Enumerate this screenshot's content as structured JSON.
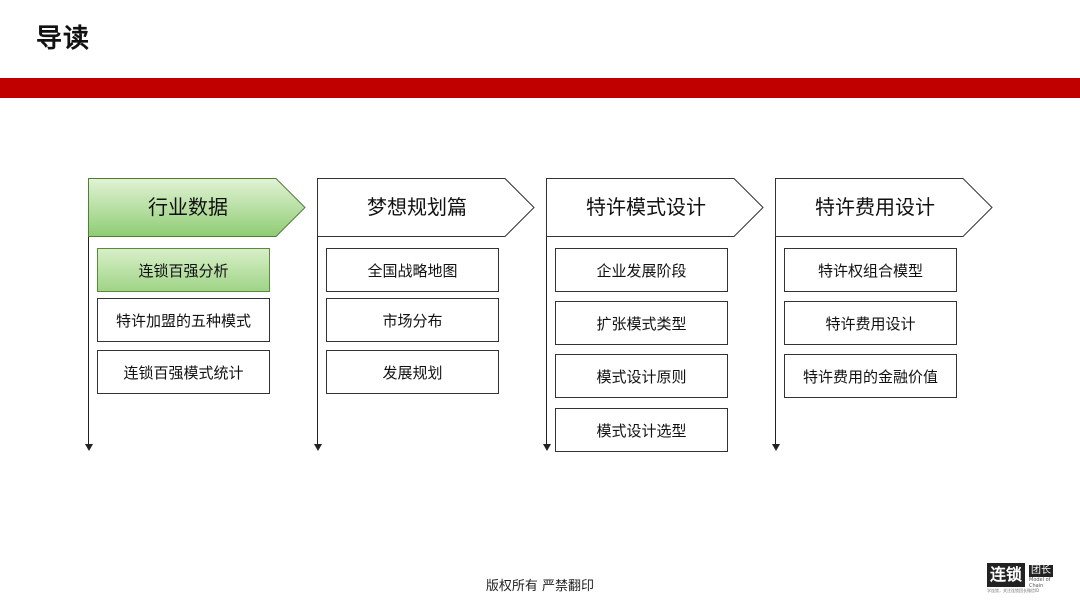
{
  "page": {
    "title": "导读",
    "footer": "版权所有  严禁翻印"
  },
  "brand": {
    "accent": "#c00000",
    "active_fill": "#9fd487"
  },
  "columns": [
    {
      "title": "行业数据",
      "active": true,
      "items": [
        {
          "label": "连锁百强分析",
          "active": true
        },
        {
          "label": "特许加盟的五种模式"
        },
        {
          "label": "连锁百强模式统计"
        }
      ]
    },
    {
      "title": "梦想规划篇",
      "items": [
        {
          "label": "全国战略地图"
        },
        {
          "label": "市场分布"
        },
        {
          "label": "发展规划"
        }
      ]
    },
    {
      "title": "特许模式设计",
      "items": [
        {
          "label": "企业发展阶段"
        },
        {
          "label": "扩张模式类型"
        },
        {
          "label": "模式设计原则"
        },
        {
          "label": "模式设计选型"
        }
      ]
    },
    {
      "title": "特许费用设计",
      "items": [
        {
          "label": "特许权组合模型"
        },
        {
          "label": "特许费用设计"
        },
        {
          "label": "特许费用的金融价值"
        }
      ]
    }
  ],
  "logo": {
    "main": "连锁",
    "sub": "团长",
    "tag": "Model of Chain",
    "caption": "学连锁，关注连锁团长微信ID"
  }
}
